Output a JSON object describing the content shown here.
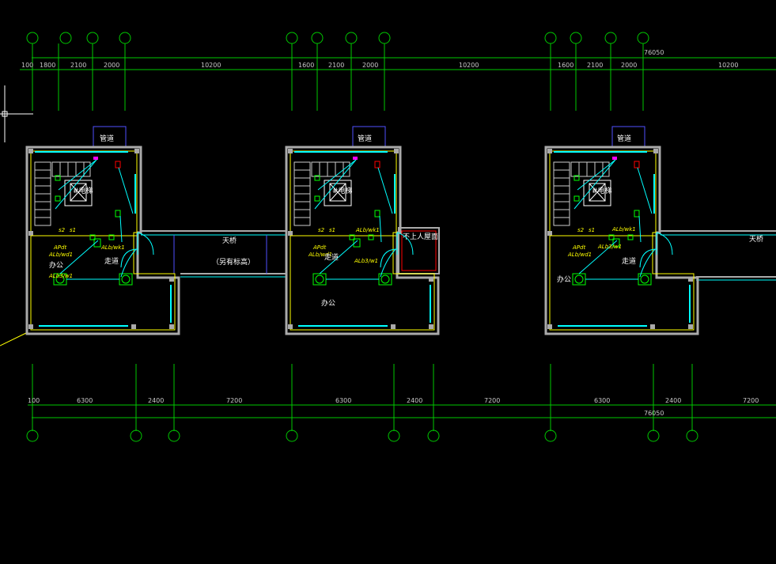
{
  "drawing": {
    "top_dims": [
      "100",
      "1800",
      "2100",
      "2000",
      "10200",
      "1600",
      "2100",
      "2000",
      "10200",
      "1600",
      "2100",
      "2000",
      "10200"
    ],
    "top_total": "76050",
    "bottom_dims": [
      "100",
      "6300",
      "2400",
      "7200",
      "6300",
      "2400",
      "7200",
      "6300",
      "2400",
      "7200"
    ],
    "bottom_total": "76050",
    "units": [
      {
        "shaft_label": "管道",
        "elevator_label": "#电梯",
        "ap_label": "APdt",
        "feed1": "ALb/wd1",
        "feed2": "ALb3/w1",
        "feed3": "ALb/wk1",
        "room_label": "办公",
        "corridor_label": "走道",
        "sw1": "s2",
        "sw2": "s1"
      },
      {
        "shaft_label": "管道",
        "elevator_label": "#电梯",
        "ap_label": "APdt",
        "feed1": "ALb/wd1",
        "feed2": "ALb3/w1",
        "feed3": "ALb/wk1",
        "room_label": "办公",
        "corridor_label": "走道",
        "sw1": "s2",
        "sw2": "s1"
      },
      {
        "shaft_label": "管道",
        "elevator_label": "#电梯",
        "ap_label": "APdt",
        "feed1": "ALb/wd1",
        "feed2": "ALb3/w1",
        "feed3": "ALb/wk1",
        "room_label": "办公",
        "corridor_label": "走道",
        "sw1": "s2",
        "sw2": "s1"
      }
    ],
    "bridge_label": "天桥",
    "bridge_note": "（另有标高）",
    "no_access_label": "不上人屋面",
    "bridge_label_right": "天桥"
  }
}
